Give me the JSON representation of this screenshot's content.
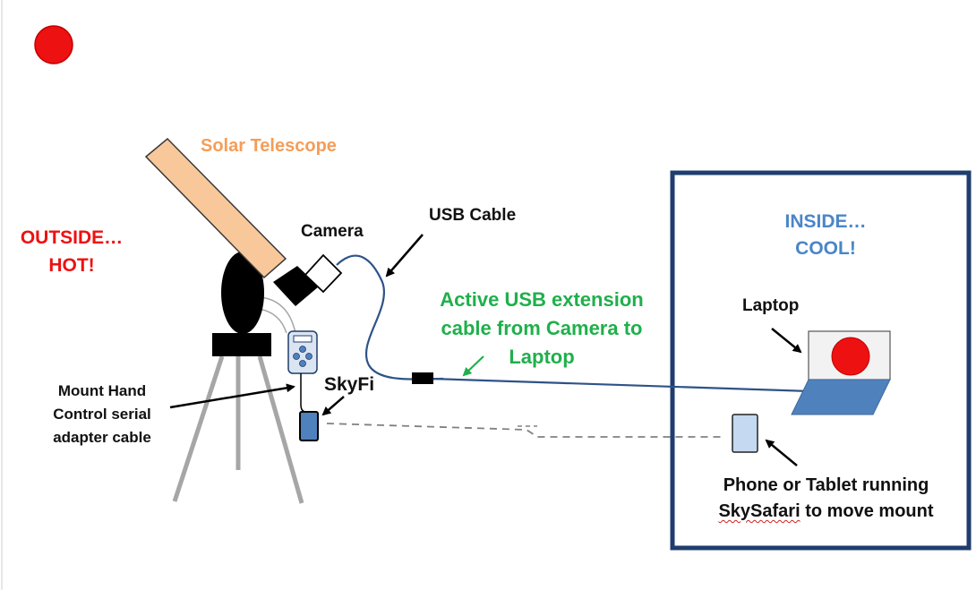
{
  "labels": {
    "outside_line1": "OUTSIDE…",
    "outside_line2": "HOT!",
    "solar_telescope": "Solar Telescope",
    "camera": "Camera",
    "usb_cable": "USB Cable",
    "active_usb_line1": "Active USB extension",
    "active_usb_line2": "cable from Camera to",
    "active_usb_line3": "Laptop",
    "skyfi": "SkyFi",
    "mount_line1": "Mount Hand",
    "mount_line2": "Control serial",
    "mount_line3": "adapter cable",
    "inside_line1": "INSIDE…",
    "inside_line2": "COOL!",
    "laptop": "Laptop",
    "phone_line1": "Phone or Tablet running",
    "phone_line2_a": "SkySafari",
    "phone_line2_b": " to move mount"
  },
  "colors": {
    "red_dot": "#ee1111",
    "telescope_fill": "#f9c89a",
    "cable": "#2e5387",
    "inside_box": "#1f3d6e",
    "laptop": "#4f81bd",
    "phone": "#c5d9f1"
  }
}
